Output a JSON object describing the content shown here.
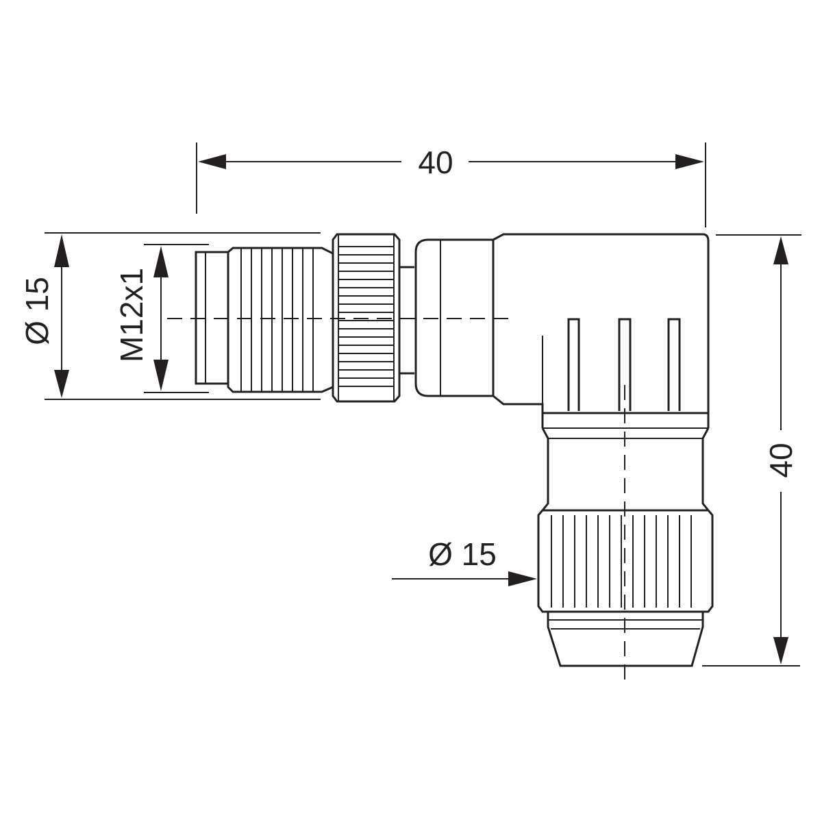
{
  "dimensions": {
    "top_length": "40",
    "right_height": "40",
    "left_diameter": "Ø 15",
    "thread": "M12x1",
    "bottom_diameter": "Ø 15"
  },
  "colors": {
    "line": "#231f20",
    "background": "#ffffff"
  }
}
